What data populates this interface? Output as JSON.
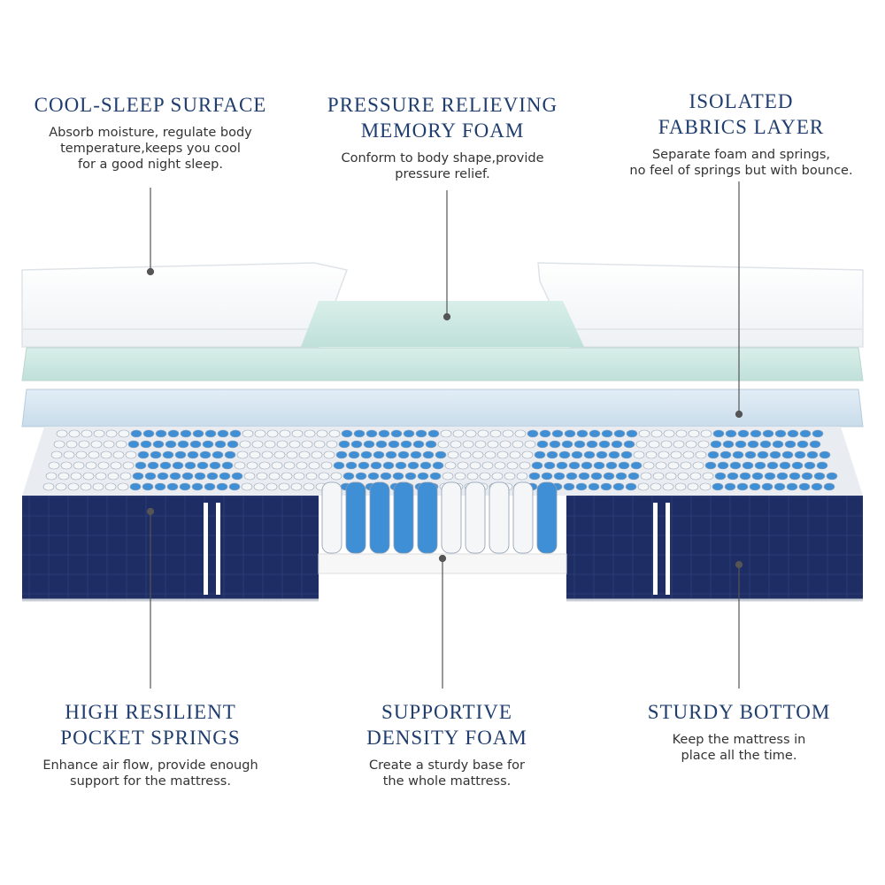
{
  "callouts": {
    "cool_sleep": {
      "title": "COOL-SLEEP SURFACE",
      "desc": [
        "Absorb moisture, regulate body",
        "temperature,keeps you cool",
        "for a good night sleep."
      ]
    },
    "memory_foam": {
      "title": [
        "PRESSURE RELIEVING",
        "MEMORY FOAM"
      ],
      "desc": [
        "Conform to body shape,provide",
        "pressure relief."
      ]
    },
    "isolated_fabrics": {
      "title": [
        "ISOLATED",
        "FABRICS LAYER"
      ],
      "desc": [
        "Separate foam and springs,",
        "no feel of springs but with bounce."
      ]
    },
    "pocket_springs": {
      "title": [
        "HIGH RESILIENT",
        "POCKET SPRINGS"
      ],
      "desc": [
        "Enhance air flow, provide enough",
        "support for the mattress."
      ]
    },
    "density_foam": {
      "title": [
        "SUPPORTIVE",
        "DENSITY FOAM"
      ],
      "desc": [
        "Create a sturdy base for",
        "the whole mattress."
      ]
    },
    "sturdy_bottom": {
      "title": "STURDY BOTTOM",
      "desc": [
        "Keep the mattress in",
        "place all the time."
      ]
    }
  },
  "colors": {
    "title": "#1f3d6e",
    "navy_border": "#1c2a5c",
    "spring_blue": "#3f8fd6",
    "spring_white": "#f4f6f8",
    "memory_foam": "#cfe8e3",
    "fabric_layer": "#d6e6f2",
    "density_foam": "#f7f7f7",
    "leader_line": "#555555"
  }
}
